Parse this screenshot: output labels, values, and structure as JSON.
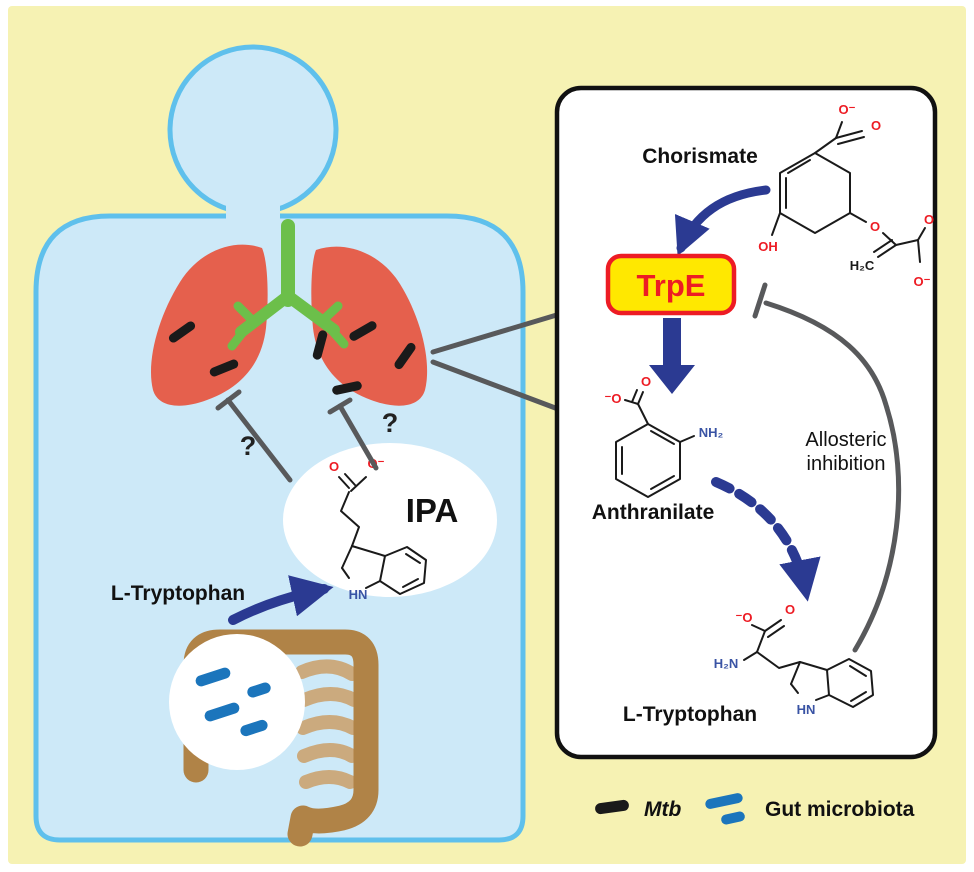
{
  "colors": {
    "background": "#f6f2b3",
    "body_fill": "#cde9f8",
    "body_stroke": "#5fc0ec",
    "lung_fill": "#e5604d",
    "bronchi_green": "#6cbf4a",
    "mtb_black": "#1a1a1a",
    "intestine_dark": "#b08347",
    "intestine_light": "#cbaa7e",
    "microbiota_blue": "#1b75bc",
    "arrow_navy": "#2b3a92",
    "inhibition_gray": "#58595b",
    "trpe_fill": "#ffe800",
    "trpe_red": "#ed1c24",
    "oxygen_red": "#ed1c24",
    "nitrogen_blue": "#3953a4"
  },
  "body_panel": {
    "l_tryptophan": "L-Tryptophan",
    "ipa": "IPA",
    "question_left": "?",
    "question_right": "?"
  },
  "pathway_panel": {
    "chorismate": "Chorismate",
    "trpe": "TrpE",
    "anthranilate": "Anthranilate",
    "l_tryptophan": "L-Tryptophan",
    "allosteric_line1": "Allosteric",
    "allosteric_line2": "inhibition"
  },
  "legend": {
    "mtb": "Mtb",
    "gut_microbiota": "Gut microbiota"
  },
  "atoms": {
    "ipa": {
      "o_double": "O",
      "o_minus": "O⁻",
      "hn": "HN"
    },
    "chorismate": {
      "o_minus_top": "O⁻",
      "o_top": "O",
      "oh": "OH",
      "o_ether": "O",
      "h2c": "H₂C",
      "o_right": "O",
      "o_minus_right": "O⁻"
    },
    "anthranilate": {
      "o_minus": "⁻O",
      "o_double": "O",
      "nh2": "NH₂"
    },
    "tryptophan": {
      "o_minus": "⁻O",
      "o_double": "O",
      "h2n": "H₂N",
      "hn": "HN"
    }
  }
}
